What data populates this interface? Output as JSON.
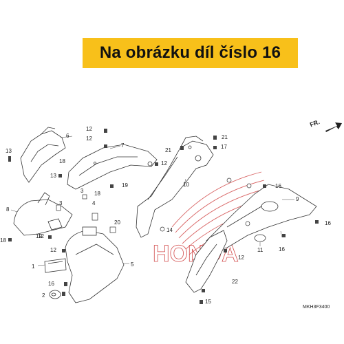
{
  "banner": {
    "title": "Na obrázku díl číslo 16"
  },
  "diagram": {
    "front_indicator": "FR.",
    "drawing_code": "MKH3F3400",
    "watermark_brand": "HONDA",
    "accent_color": "#f8c01a",
    "watermark_color": "#d24b4b",
    "callouts": [
      "1",
      "2",
      "3",
      "3",
      "4",
      "5",
      "6",
      "7",
      "8",
      "9",
      "10",
      "11",
      "12",
      "12",
      "12",
      "12",
      "12",
      "12",
      "13",
      "13",
      "14",
      "15",
      "16",
      "16",
      "16",
      "16",
      "17",
      "18",
      "18",
      "18",
      "19",
      "19",
      "20",
      "21",
      "21",
      "22"
    ]
  }
}
